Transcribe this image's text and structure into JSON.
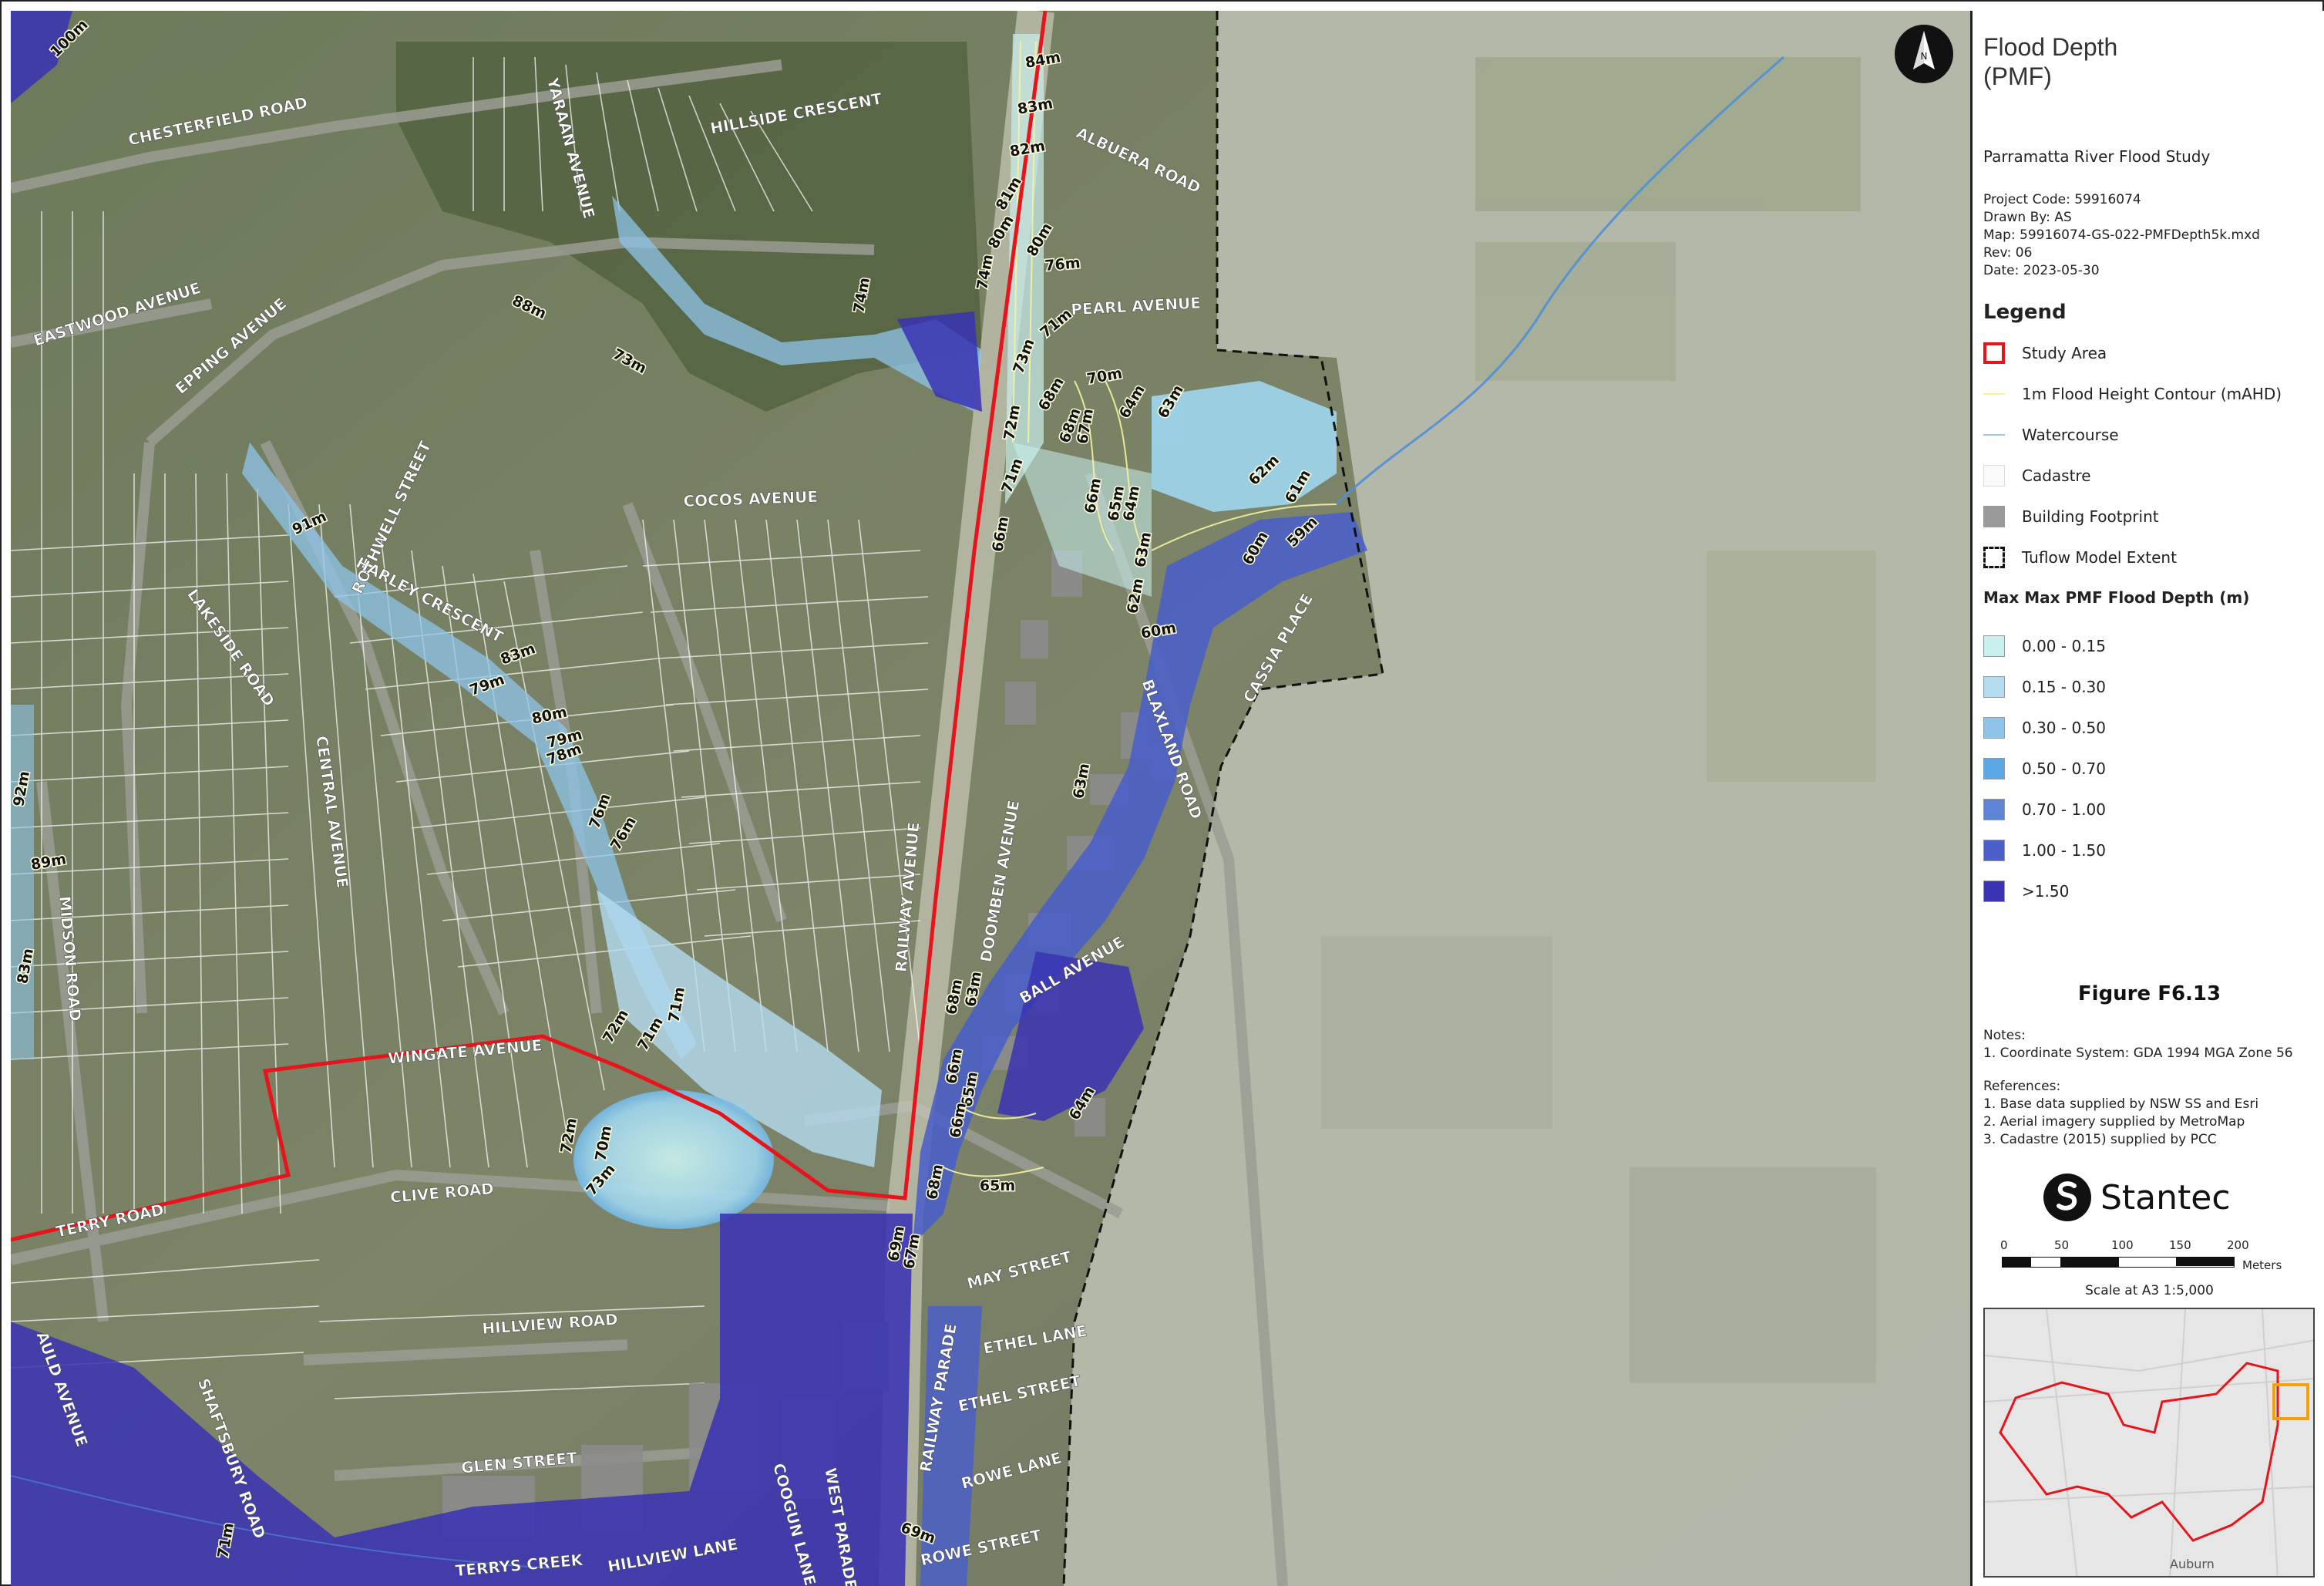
{
  "map": {
    "street_labels": [
      "CHESTERFIELD ROAD",
      "YARAAN AVENUE",
      "HILLSIDE CRESCENT",
      "ALBUERA ROAD",
      "EASTWOOD AVENUE",
      "EPPING AVENUE",
      "PEARL AVENUE",
      "ROTHWELL STREET",
      "COCOS AVENUE",
      "HARLEY CRESCENT",
      "LAKESIDE ROAD",
      "CENTRAL AVENUE",
      "RAILWAY AVENUE",
      "DOOMBEN AVENUE",
      "BLAXLAND ROAD",
      "CASSIA PLACE",
      "MIDSON ROAD",
      "BALL AVENUE",
      "WINGATE AVENUE",
      "TERRY ROAD",
      "CLIVE ROAD",
      "MAY STREET",
      "HILLVIEW ROAD",
      "ETHEL LANE",
      "ETHEL STREET",
      "RAILWAY PARADE",
      "AULD AVENUE",
      "SHAFTSBURY ROAD",
      "GLEN STREET",
      "ROWE LANE",
      "COOGUN LANE",
      "WEST PARADE",
      "ROWE STREET",
      "HILLVIEW LANE",
      "TERRYS CREEK"
    ],
    "contour_labels": [
      "100m",
      "84m",
      "83m",
      "82m",
      "81m",
      "80m",
      "80m",
      "76m",
      "74m",
      "74m",
      "71m",
      "73m",
      "72m",
      "71m",
      "70m",
      "68m",
      "68m",
      "66m",
      "67m",
      "66m",
      "65m",
      "64m",
      "63m",
      "64m",
      "63m",
      "62m",
      "61m",
      "60m",
      "59m",
      "60m",
      "62m",
      "63m",
      "88m",
      "73m",
      "91m",
      "83m",
      "79m",
      "80m",
      "79m",
      "78m",
      "76m",
      "76m",
      "92m",
      "89m",
      "83m",
      "72m",
      "71m",
      "71m",
      "72m",
      "70m",
      "73m",
      "66m",
      "65m",
      "68m",
      "66m",
      "63m",
      "68m",
      "65m",
      "64m",
      "69m",
      "67m",
      "71m",
      "69m"
    ]
  },
  "panel": {
    "title_line1": "Flood Depth",
    "title_line2": "(PMF)",
    "study_name": "Parramatta River Flood Study",
    "project_code": "Project Code: 59916074",
    "drawn_by": "Drawn By: AS",
    "map_file": "Map: 59916074-GS-022-PMFDepth5k.mxd",
    "rev": "Rev: 06",
    "date": "Date: 2023-05-30",
    "legend_title": "Legend",
    "legend_items": [
      {
        "label": "Study Area",
        "icon": "study-area-icon"
      },
      {
        "label": "1m Flood Height Contour (mAHD)",
        "icon": "contour-line-icon"
      },
      {
        "label": "Watercourse",
        "icon": "watercourse-line-icon"
      },
      {
        "label": "Cadastre",
        "icon": "cadastre-icon"
      },
      {
        "label": "Building Footprint",
        "icon": "building-icon"
      },
      {
        "label": "Tuflow Model Extent",
        "icon": "model-extent-icon"
      }
    ],
    "depth_title": "Max Max PMF Flood Depth (m)",
    "depth_classes": [
      {
        "label": "0.00 - 0.15",
        "color": "#c9f0ee"
      },
      {
        "label": "0.15 - 0.30",
        "color": "#b4dcf0"
      },
      {
        "label": "0.30 - 0.50",
        "color": "#8ec4ea"
      },
      {
        "label": "0.50 - 0.70",
        "color": "#5aa8e4"
      },
      {
        "label": "0.70 - 1.00",
        "color": "#5b86d8"
      },
      {
        "label": "1.00 - 1.50",
        "color": "#4a5fc8"
      },
      {
        "label": ">1.50",
        "color": "#3a33b4"
      }
    ],
    "figure_number": "Figure F6.13",
    "notes_title": "Notes:",
    "notes": [
      "1. Coordinate System: GDA 1994 MGA Zone 56"
    ],
    "references_title": "References:",
    "references": [
      "1. Base data supplied by NSW SS and Esri",
      "2. Aerial imagery supplied by MetroMap",
      "3. Cadastre (2015) supplied by PCC"
    ],
    "logo_text": "Stantec",
    "scale_ticks": [
      "0",
      "50",
      "100",
      "150",
      "200"
    ],
    "scale_unit": "Meters",
    "scale_note": "Scale at A3 1:5,000",
    "inset_label": "Auburn",
    "north_label": "N"
  },
  "colors": {
    "study_area": "#e8141b",
    "contour": "#f4f3a0",
    "watercourse": "#4f8fd8",
    "inset_frame": "#f2a20c"
  }
}
